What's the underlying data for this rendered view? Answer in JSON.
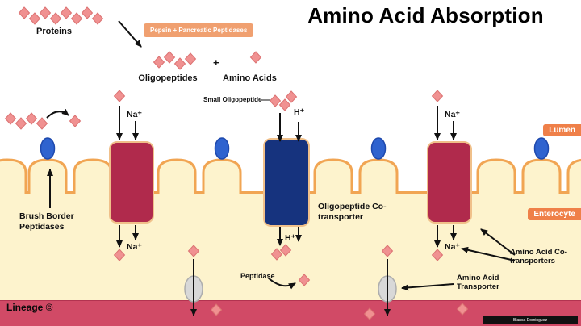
{
  "title": "Amino Acid Absorption",
  "top_panel": {
    "proteins_label": "Proteins",
    "enzyme_label": "Pepsin + Pancreatic Peptidases",
    "oligopeptides_label": "Oligopeptides",
    "plus": "+",
    "amino_acids_label": "Amino Acids"
  },
  "membrane": {
    "lumen_label": "Lumen",
    "enterocyte_label": "Enterocyte",
    "small_oligopeptide_label": "Small Oligopeptide",
    "brush_border_label": "Brush Border Peptidases",
    "oligopeptide_cotransporter_label": "Oligopeptide Co-transporter",
    "peptidase_label": "Peptidase",
    "amino_acid_transporter_label": "Amino Acid Transporter",
    "amino_acid_cotransporters_label": "Amino Acid Co-transporters"
  },
  "ions": {
    "na": "Na⁺",
    "h": "H⁺"
  },
  "footer": {
    "brand": "Lineage ©",
    "credit": "Bianca Dominguez"
  },
  "colors": {
    "diamond": "#f09191",
    "diamondStroke": "#db7272",
    "membrane": "#f1a553",
    "cell": "#fdf3cd",
    "blood": "#d14a66",
    "bloodEdge": "#b23350",
    "transporterRed": "#b02a4c",
    "transporterBlue": "#16337e",
    "enzymeBlue": "#2f63cf",
    "labelOrange": "#ef8049",
    "enzymeBox": "#f0a070",
    "grayTransporter": "#d8d8d8"
  }
}
